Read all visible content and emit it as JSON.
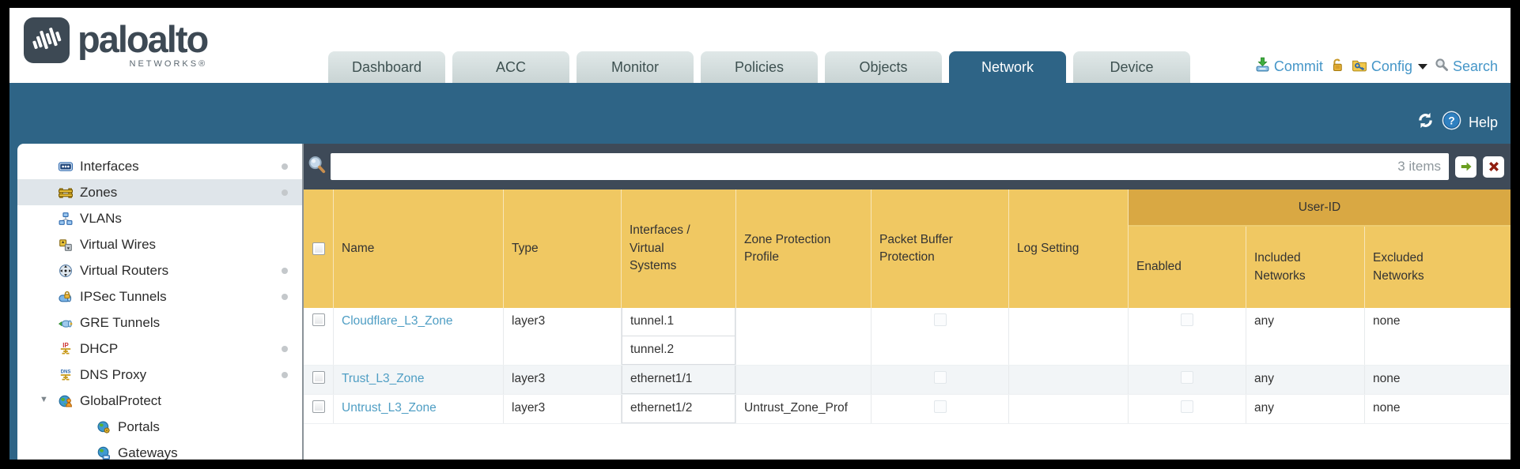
{
  "header": {
    "logo": {
      "brand": "paloalto",
      "suffix": "NETWORKS®"
    },
    "tabs": [
      {
        "label": "Dashboard",
        "active": false
      },
      {
        "label": "ACC",
        "active": false
      },
      {
        "label": "Monitor",
        "active": false
      },
      {
        "label": "Policies",
        "active": false
      },
      {
        "label": "Objects",
        "active": false
      },
      {
        "label": "Network",
        "active": true
      },
      {
        "label": "Device",
        "active": false
      }
    ],
    "utilities": {
      "commit": "Commit",
      "config": "Config",
      "search": "Search"
    }
  },
  "band": {
    "help": "Help"
  },
  "sidebar": {
    "items": [
      {
        "label": "Interfaces",
        "icon": "interfaces-icon",
        "dot": true
      },
      {
        "label": "Zones",
        "icon": "zones-icon",
        "dot": true,
        "selected": true
      },
      {
        "label": "VLANs",
        "icon": "vlans-icon"
      },
      {
        "label": "Virtual Wires",
        "icon": "virtual-wires-icon"
      },
      {
        "label": "Virtual Routers",
        "icon": "virtual-routers-icon",
        "dot": true
      },
      {
        "label": "IPSec Tunnels",
        "icon": "ipsec-tunnels-icon",
        "dot": true
      },
      {
        "label": "GRE Tunnels",
        "icon": "gre-tunnels-icon"
      },
      {
        "label": "DHCP",
        "icon": "dhcp-icon",
        "dot": true
      },
      {
        "label": "DNS Proxy",
        "icon": "dns-proxy-icon",
        "dot": true
      },
      {
        "label": "GlobalProtect",
        "icon": "globalprotect-icon",
        "expanded": true
      },
      {
        "label": "Portals",
        "icon": "portals-icon",
        "indent": 1
      },
      {
        "label": "Gateways",
        "icon": "gateways-icon",
        "indent": 1
      }
    ]
  },
  "search": {
    "value": "",
    "count": "3 items"
  },
  "table": {
    "group_header": "User-ID",
    "columns": [
      "Name",
      "Type",
      "Interfaces / Virtual Systems",
      "Zone Protection Profile",
      "Packet Buffer Protection",
      "Log Setting",
      "Enabled",
      "Included Networks",
      "Excluded Networks"
    ],
    "rows": [
      {
        "name": "Cloudflare_L3_Zone",
        "type": "layer3",
        "interfaces": [
          "tunnel.1",
          "tunnel.2"
        ],
        "zone_protection_profile": "",
        "packet_buffer_protection": false,
        "log_setting": "",
        "user_id_enabled": false,
        "included_networks": "any",
        "excluded_networks": "none"
      },
      {
        "name": "Trust_L3_Zone",
        "type": "layer3",
        "interfaces": [
          "ethernet1/1"
        ],
        "zone_protection_profile": "",
        "packet_buffer_protection": false,
        "log_setting": "",
        "user_id_enabled": false,
        "included_networks": "any",
        "excluded_networks": "none"
      },
      {
        "name": "Untrust_L3_Zone",
        "type": "layer3",
        "interfaces": [
          "ethernet1/2"
        ],
        "zone_protection_profile": "Untrust_Zone_Prof",
        "packet_buffer_protection": false,
        "log_setting": "",
        "user_id_enabled": false,
        "included_networks": "any",
        "excluded_networks": "none"
      }
    ]
  },
  "colors": {
    "teal": "#2e6486",
    "slate": "#3e4a58",
    "gold": "#f0c862",
    "gold_dark": "#d9a843",
    "link": "#4f9ec4",
    "util_blue": "#4596c8",
    "tab_bg": "#c9d4d4",
    "tab_text": "#3e5151"
  }
}
